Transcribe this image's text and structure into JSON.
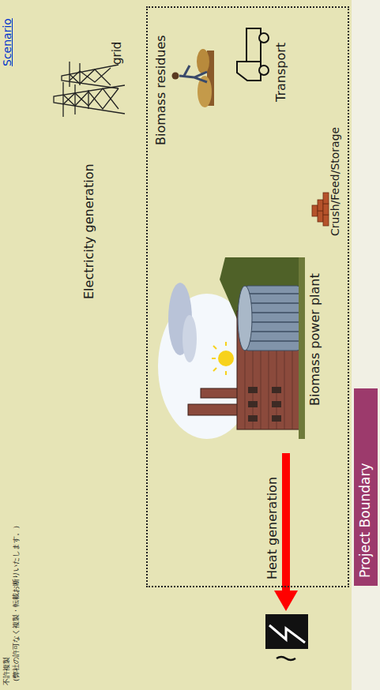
{
  "diagram": {
    "nodes": [
      {
        "text": [
          "Project Boundary"
        ]
      },
      {
        "text": [
          "Biomass residues"
        ],
        "in": 0
      },
      {
        "text": [
          "Transport"
        ],
        "in": 0
      },
      {
        "text": [
          "Crush/Feed/Storage"
        ],
        "in": 0
      },
      {
        "text": [
          "Biomass power plant"
        ],
        "in": 0
      },
      {
        "text": [
          "grid"
        ]
      }
    ],
    "edges": [
      {
        "from": 1,
        "to": 4,
        "arrow": "to"
      },
      {
        "from": 4,
        "to": 5,
        "label": "Electricity generation",
        "arrow": "to"
      }
    ],
    "labels": [
      "Heat generation",
      "Scenario",
      "不許複製",
      "（弊社の許可なく複製・転載お断りいたします。）"
    ]
  }
}
